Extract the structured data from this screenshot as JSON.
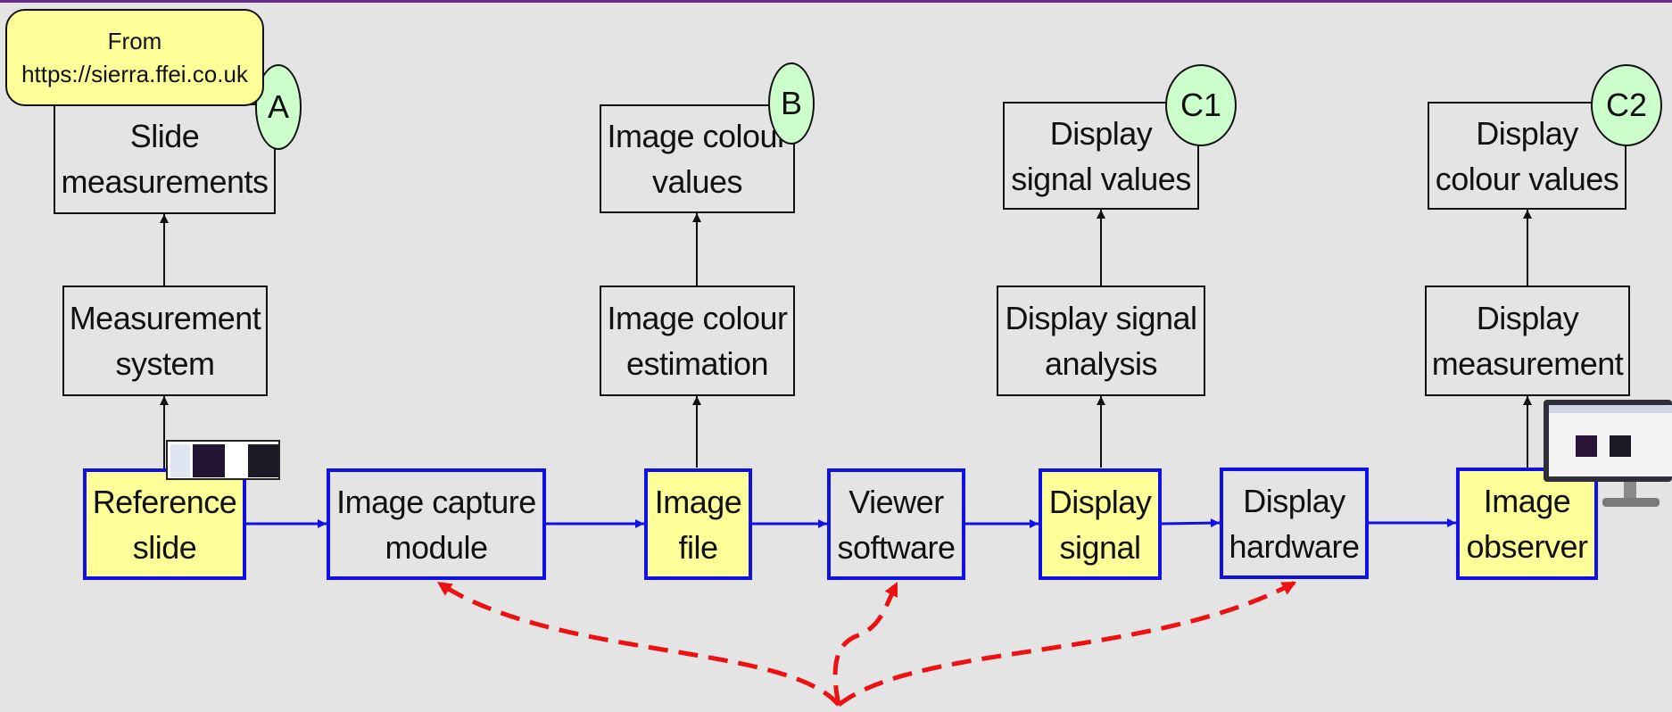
{
  "boxes": {
    "reference_slide": "Reference\nslide",
    "image_capture_module": "Image capture\nmodule",
    "image_file": "Image\nfile",
    "viewer_software": "Viewer\nsoftware",
    "display_signal": "Display\nsignal",
    "display_hardware": "Display\nhardware",
    "image_observer": "Image\nobserver",
    "measurement_system": "Measurement\nsystem",
    "slide_measurements": "Slide\nmeasurements",
    "image_colour_estimation": "Image colour\nestimation",
    "image_colour_values": "Image colour\nvalues",
    "display_signal_analysis": "Display signal\nanalysis",
    "display_signal_values": "Display\nsignal values",
    "display_measurement": "Display\nmeasurement",
    "display_colour_values": "Display\ncolour values"
  },
  "badges": {
    "a": "A",
    "b": "B",
    "c1": "C1",
    "c2": "C2"
  },
  "callout": "From\nhttps://sierra.ffei.co.uk",
  "colors": {
    "pipeline_border": "#1010e8",
    "highlight_fill": "#ffff99",
    "badge_fill": "#ccffcc",
    "dashed_arrow": "#ee1111",
    "background": "#e4e4e4"
  },
  "icons": {
    "slide_thumbnail": "colour-target-slide-image",
    "monitor": "computer-monitor-icon"
  }
}
